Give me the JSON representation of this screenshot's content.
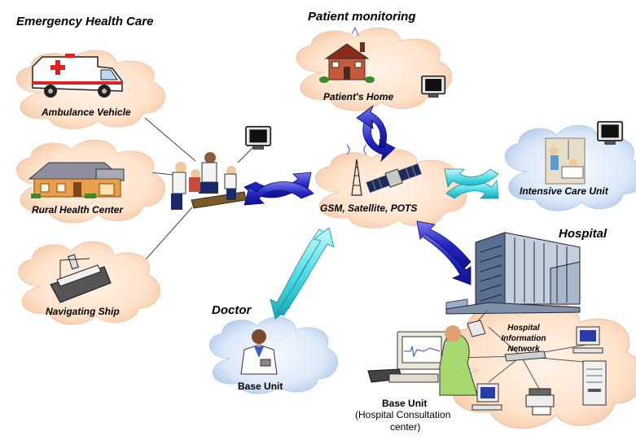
{
  "headings": {
    "emergency": "Emergency Health Care",
    "patient_monitoring": "Patient monitoring",
    "hospital": "Hospital",
    "doctor": "Doctor"
  },
  "labels": {
    "ambulance": "Ambulance Vehicle",
    "rural": "Rural Health Center",
    "ship": "Navigating Ship",
    "home": "Patient's Home",
    "icu": "Intensive Care Unit",
    "network": "GSM, Satellite, POTS",
    "doctor_base": "Base Unit",
    "hospital_base": "Base Unit",
    "hospital_base_sub1": "(Hospital Consultation",
    "hospital_base_sub2": "center)",
    "his1": "Hospital",
    "his2": "Information",
    "his3": "Network"
  },
  "icons": [
    "ambulance-icon",
    "house-icon",
    "ship-icon",
    "monitor-icon",
    "paramedics-icon",
    "satellite-icon",
    "antenna-icon",
    "doctor-icon",
    "hospital-building-icon",
    "workstation-icon",
    "computer-icon",
    "printer-icon",
    "server-icon",
    "hub-icon"
  ],
  "colors": {
    "cloud_center": "#ffe8d6",
    "cloud_edge": "#f2c8a6",
    "cloud_blue_center": "#e8f2ff",
    "cloud_blue_edge": "#b6d0ee",
    "arrow_dark": "#2d2fc4",
    "arrow_cyan": "#45e0e6"
  }
}
